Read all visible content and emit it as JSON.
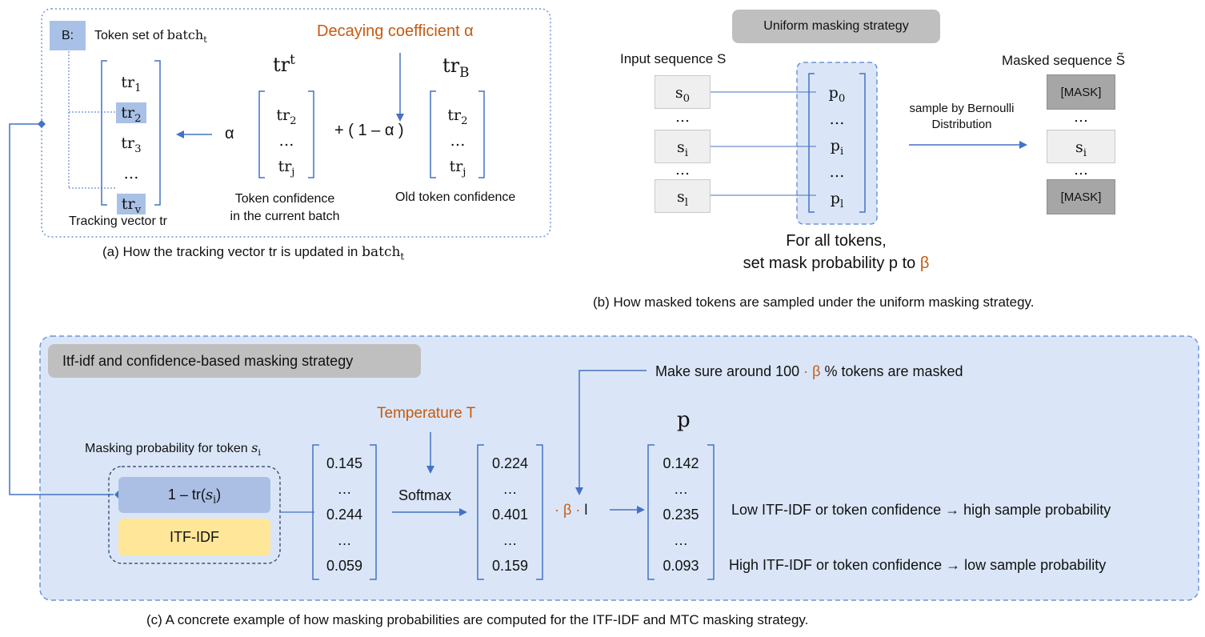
{
  "panel_a": {
    "b_label": "B:",
    "token_set_text": "Token set of ",
    "token_set_batch": "batch",
    "token_set_sub": "t",
    "decaying_label": "Decaying coefficient α",
    "tr_t_base": "tr",
    "tr_t_sup": "t",
    "tr_b_base": "tr",
    "tr_b_sub": "B",
    "tracking_vector": [
      {
        "base": "tr",
        "sub": "1",
        "highlighted": false
      },
      {
        "base": "tr",
        "sub": "2",
        "highlighted": true
      },
      {
        "base": "tr",
        "sub": "3",
        "highlighted": false
      },
      {
        "base": "…",
        "sub": "",
        "highlighted": false
      },
      {
        "base": "tr",
        "sub": "v",
        "highlighted": true
      }
    ],
    "alpha": "α",
    "plus_term": "+ ( 1 – α )",
    "current_vec": [
      {
        "base": "tr",
        "sub": "2"
      },
      {
        "base": "…",
        "sub": ""
      },
      {
        "base": "tr",
        "sub": "j"
      }
    ],
    "old_vec": [
      {
        "base": "tr",
        "sub": "2"
      },
      {
        "base": "…",
        "sub": ""
      },
      {
        "base": "tr",
        "sub": "j"
      }
    ],
    "tracking_vector_label": "Tracking vector tr",
    "current_conf_line1": "Token confidence",
    "current_conf_line2": "in the current batch",
    "old_conf_label": "Old token confidence",
    "caption_text": "(a) How the tracking vector tr is updated in ",
    "caption_batch": "batch",
    "caption_sub": "t"
  },
  "panel_b": {
    "title": "Uniform masking strategy",
    "input_label": "Input sequence S",
    "masked_label": "Masked sequence S̃",
    "inputs": [
      {
        "base": "s",
        "sub": "0"
      },
      {
        "base": "s",
        "sub": "i"
      },
      {
        "base": "s",
        "sub": "l"
      }
    ],
    "ellipsis": "…",
    "probs": [
      {
        "base": "p",
        "sub": "0"
      },
      {
        "base": "…",
        "sub": ""
      },
      {
        "base": "p",
        "sub": "i"
      },
      {
        "base": "…",
        "sub": ""
      },
      {
        "base": "p",
        "sub": "l"
      }
    ],
    "sample_line1": "sample by Bernoulli",
    "sample_line2": "Distribution",
    "outputs": [
      "[MASK]",
      "s",
      "[MASK]"
    ],
    "output_mid_sub": "i",
    "all_tokens_line1": "For all tokens,",
    "all_tokens_line2_text": "set mask probability p to ",
    "beta": "β",
    "caption": "(b) How masked tokens are sampled under the uniform masking strategy."
  },
  "panel_c": {
    "title": "Itf-idf and confidence-based masking strategy",
    "make_sure_pre": "Make sure around 100 ",
    "make_sure_dot_beta": "· β",
    "make_sure_post": " % tokens are masked",
    "temperature": "Temperature T",
    "masking_prob_label": "Masking probability for token ",
    "masking_prob_var": "s",
    "masking_prob_sub": "i",
    "one_minus_tr": "1 – tr(",
    "one_minus_tr_var": "s",
    "one_minus_tr_sub": "i",
    "one_minus_tr_close": ")",
    "itf_idf": "ITF-IDF",
    "vec1": [
      "0.145",
      "…",
      "0.244",
      "…",
      "0.059"
    ],
    "softmax": "Softmax",
    "vec2": [
      "0.224",
      "…",
      "0.401",
      "…",
      "0.159"
    ],
    "beta_op_orange": "· β ·",
    "beta_op_l": " l",
    "p_label": "p",
    "vec3": [
      "0.142",
      "…",
      "0.235",
      "…",
      "0.093"
    ],
    "low_text": "Low ITF-IDF or token confidence → high sample probability",
    "high_text": "High ITF-IDF or token confidence → low sample probability",
    "caption": "(c) A concrete example of how masking probabilities are computed for the ITF-IDF and MTC masking strategy."
  },
  "colors": {
    "panel_c_bg": "#dae6f7",
    "dash_border": "#6e95d6",
    "arrow": "#4472c4",
    "orange": "#c55a11",
    "highlight": "#a9c1e6",
    "itf_yellow": "#ffe699",
    "tr_blue": "#aabfe3"
  }
}
